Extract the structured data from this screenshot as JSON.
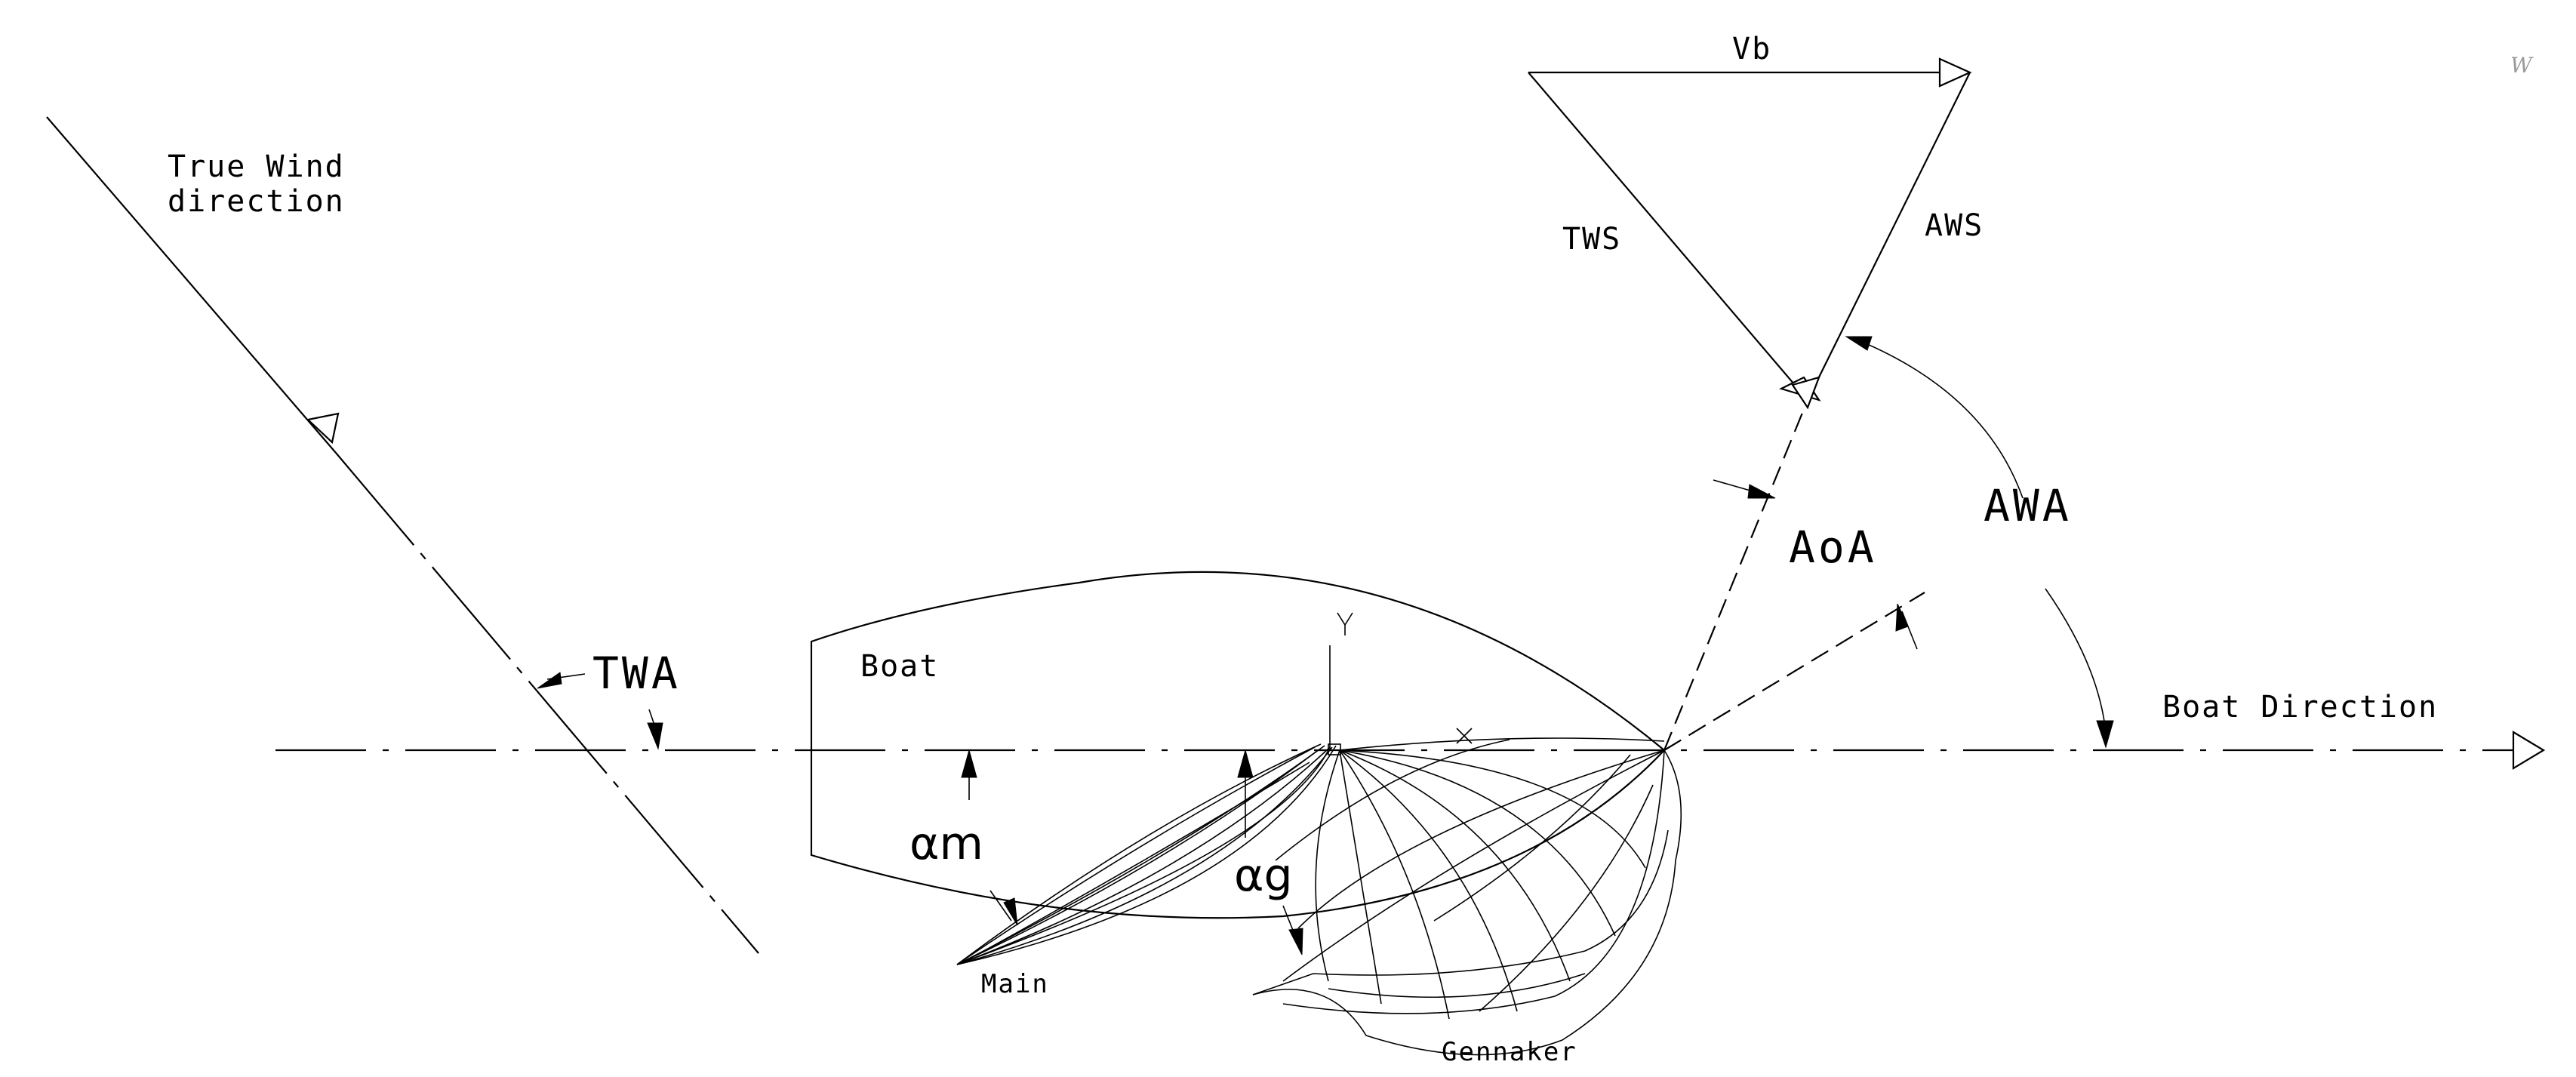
{
  "labels": {
    "true_wind": [
      "True Wind",
      "direction"
    ],
    "vb": "Vb",
    "tws": "TWS",
    "aws": "AWS",
    "aoa": "AoA",
    "awa": "AWA",
    "twa": "TWA",
    "boat": "Boat",
    "boat_direction": "Boat Direction",
    "alpha_m": "αm",
    "alpha_g": "αg",
    "main": "Main",
    "gennaker": "Gennaker",
    "corner_mark": "W"
  },
  "colors": {
    "line": "#000000",
    "background": "#ffffff",
    "watermark": "#9a9a9a"
  }
}
